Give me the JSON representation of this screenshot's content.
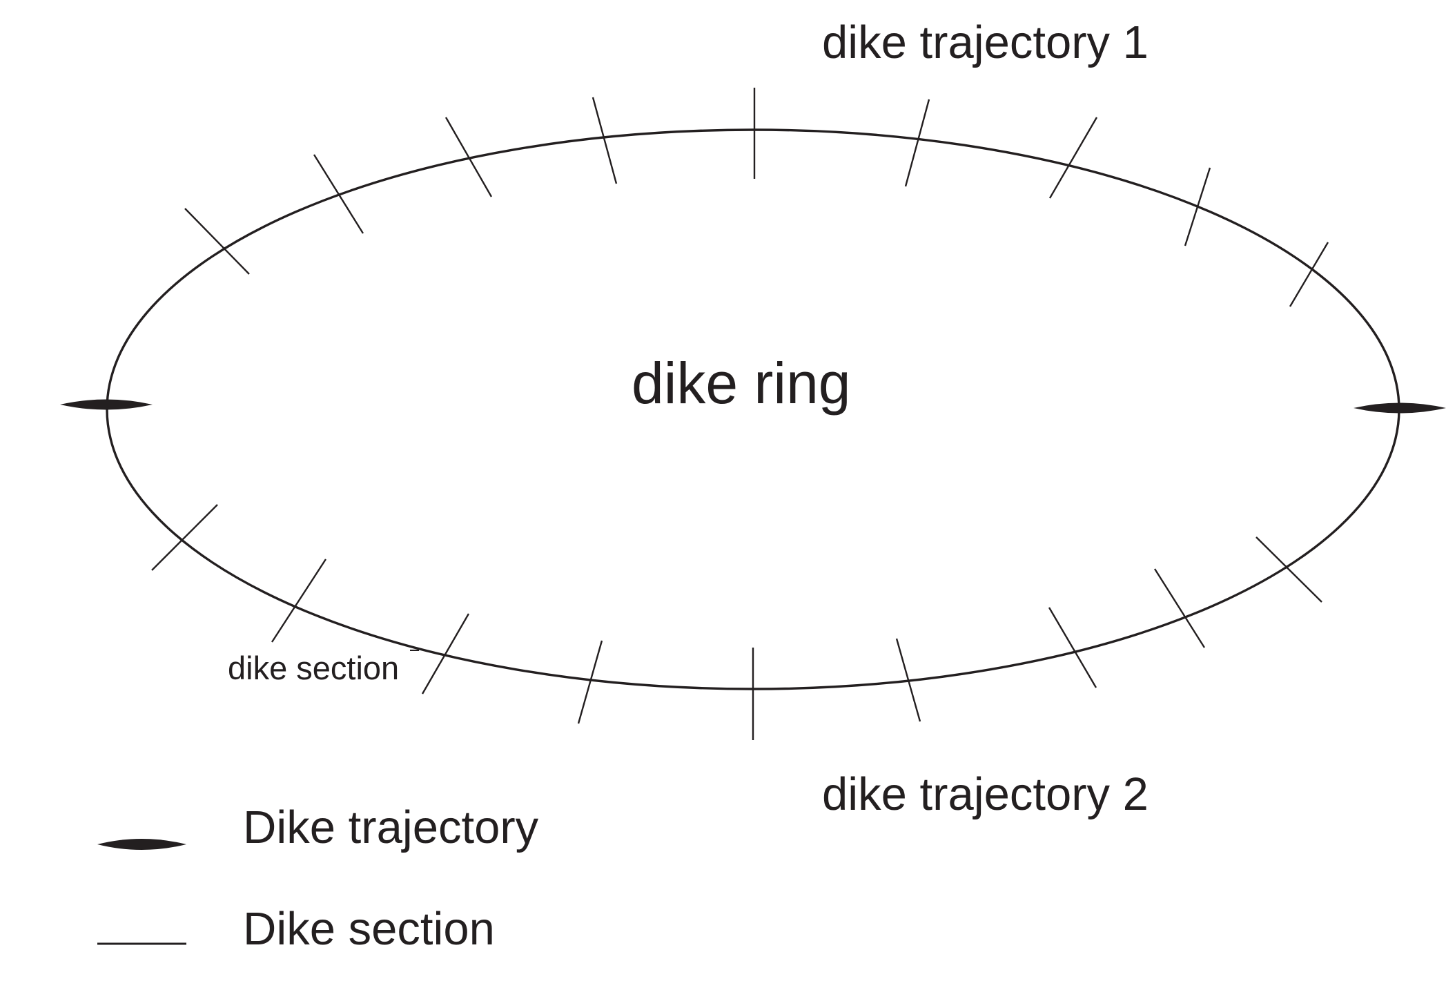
{
  "diagram": {
    "ring_label": "dike ring",
    "trajectory_1_label": "dike trajectory 1",
    "trajectory_2_label": "dike trajectory 2",
    "section_label": "dike section"
  },
  "legend": {
    "trajectory_label": "Dike trajectory",
    "section_label": "Dike section"
  },
  "colors": {
    "line": "#231f20",
    "background": "#ffffff"
  }
}
